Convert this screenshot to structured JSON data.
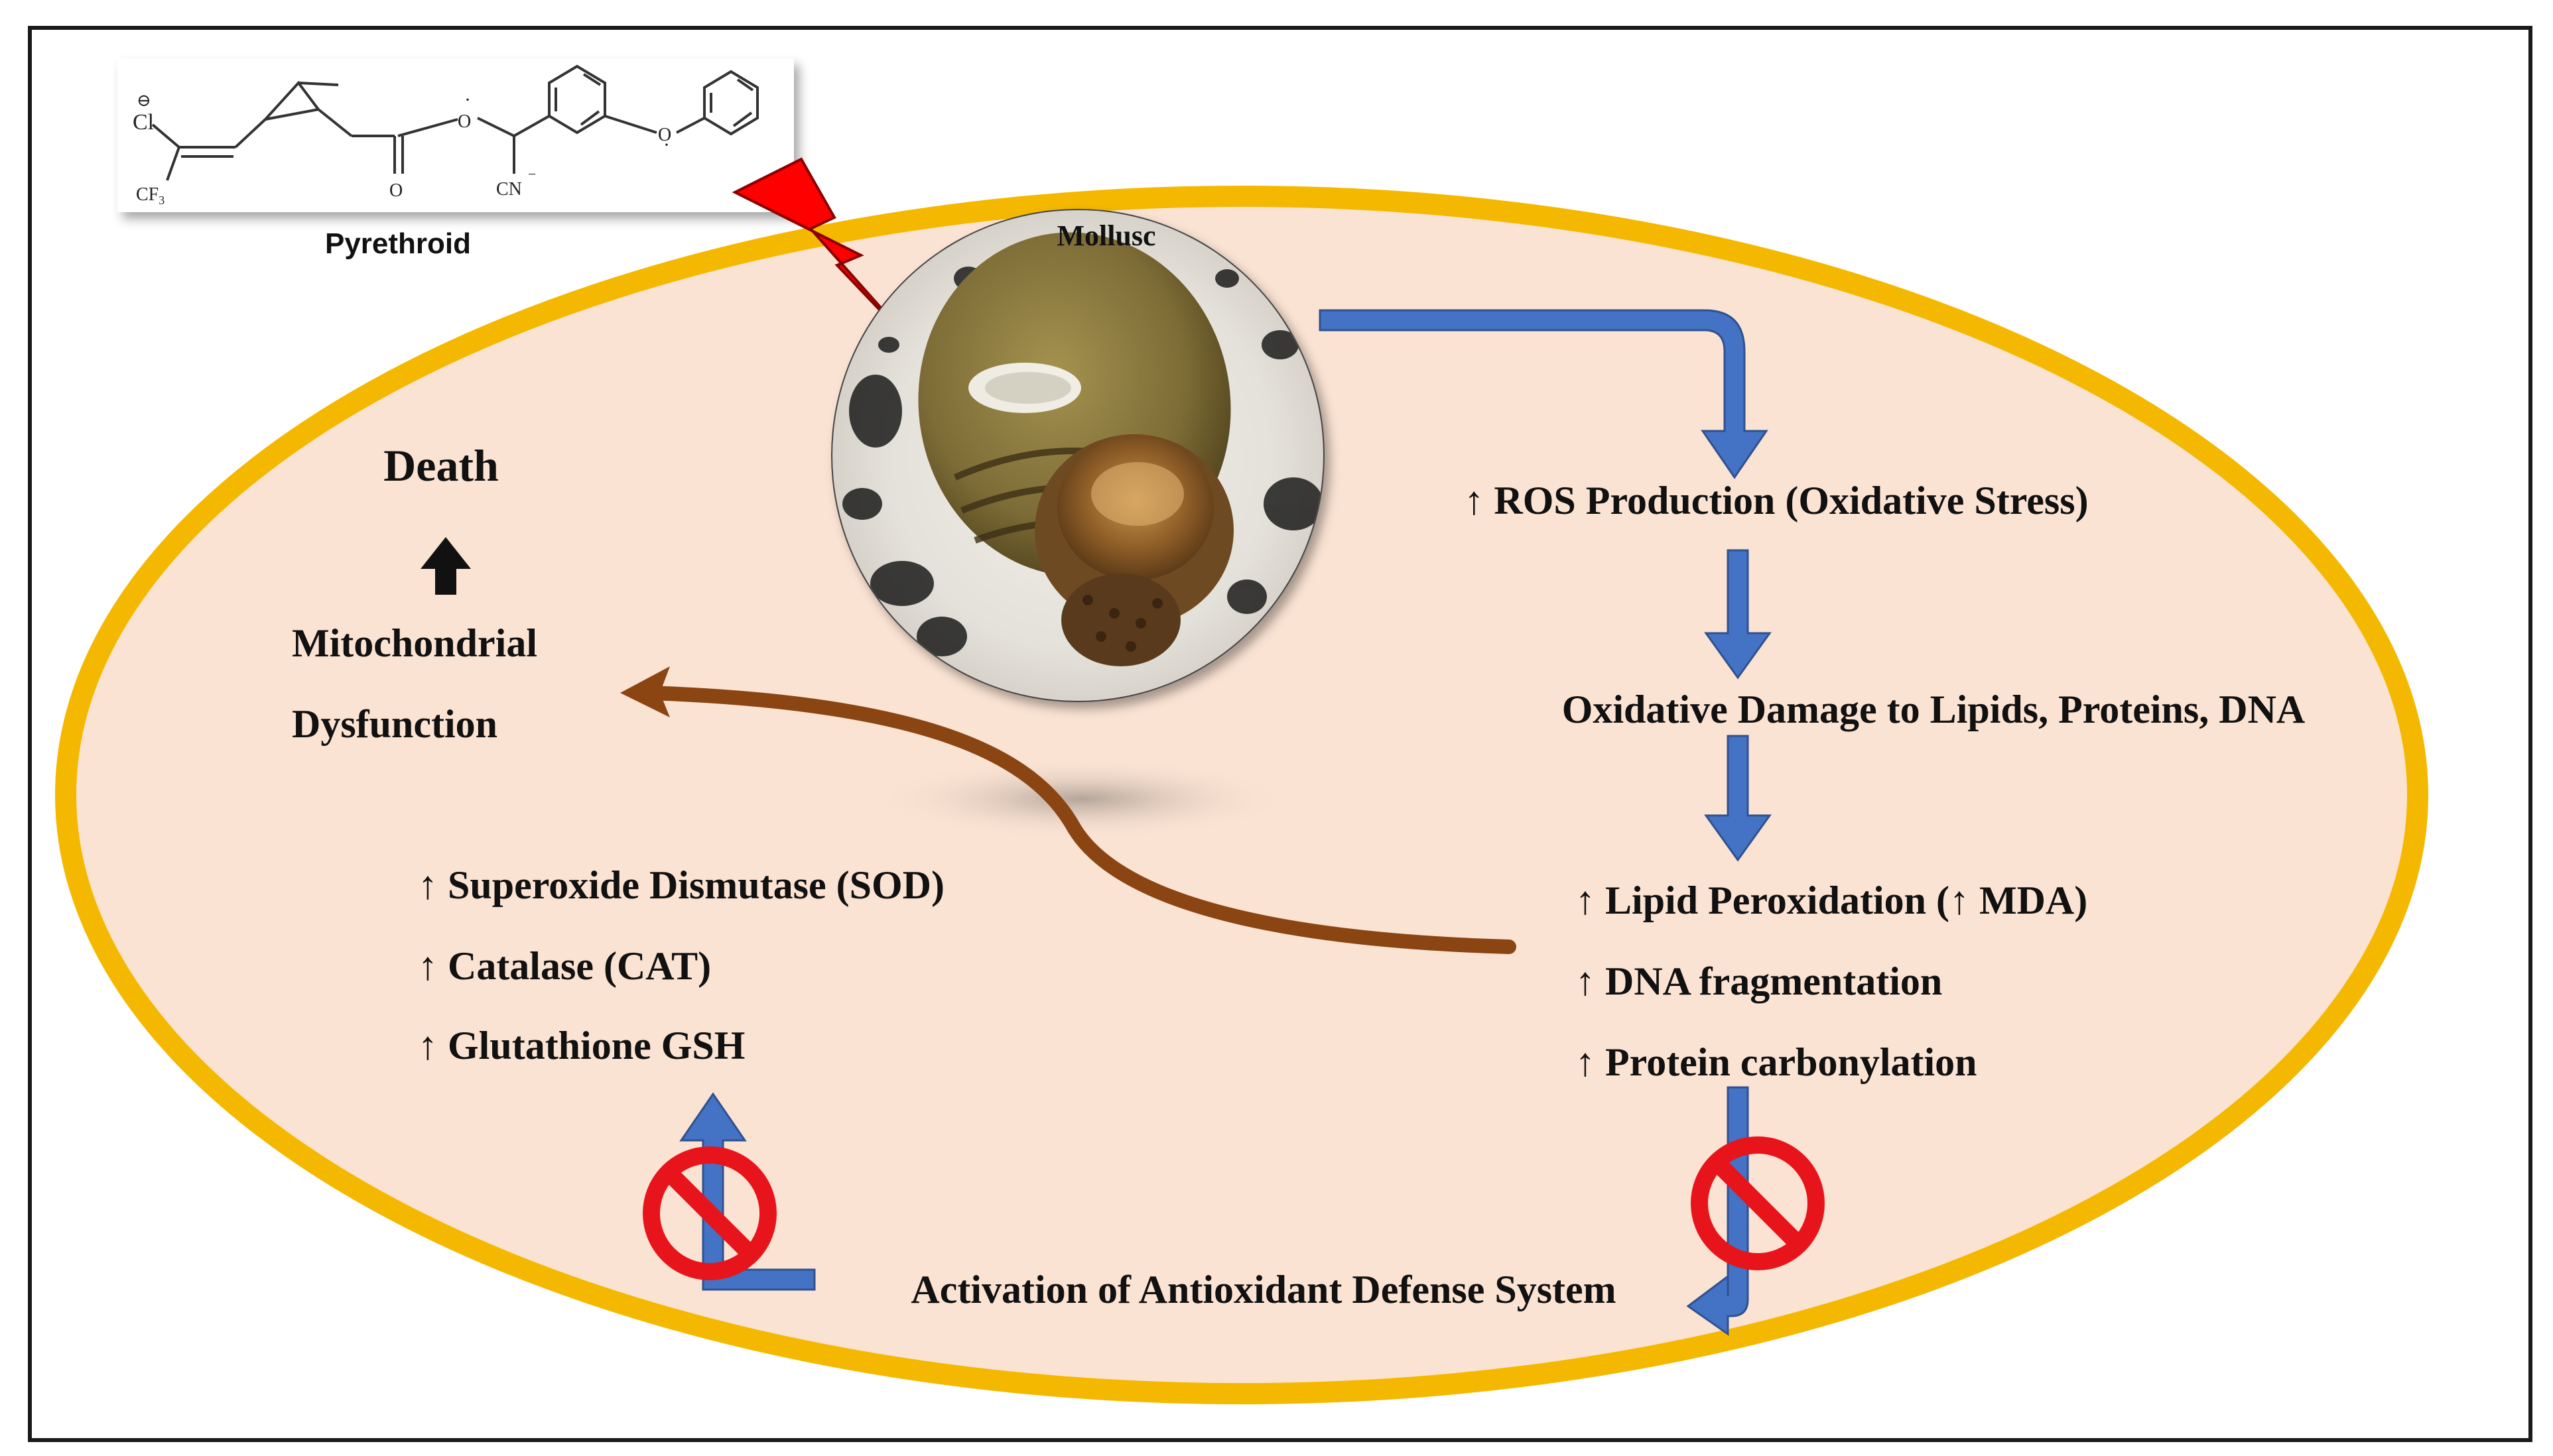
{
  "chemical": {
    "caption": "Pyrethroid",
    "atoms": {
      "cl": "Cl",
      "minus": "⊖",
      "cf3": "CF",
      "cf3_sub": "3",
      "o1": "O",
      "o2": "O",
      "o3": "O",
      "cn": "CN",
      "cn_charge": "−",
      "o_charge": "·"
    }
  },
  "organism": {
    "label": "Mollusc"
  },
  "outcomes": {
    "death": "Death",
    "mito_line1": "Mitochondrial",
    "mito_line2": "Dysfunction"
  },
  "pathway": {
    "ros": "↑ ROS Production (Oxidative Stress)",
    "damage": "Oxidative Damage to Lipids, Proteins, DNA",
    "markers": [
      "↑ Lipid Peroxidation (↑ MDA)",
      "↑ DNA fragmentation",
      "↑ Protein carbonylation"
    ]
  },
  "antioxidants": [
    "↑ Superoxide Dismutase (SOD)",
    "↑ Catalase (CAT)",
    "↑ Glutathione GSH"
  ],
  "defense": {
    "label": "Activation of Antioxidant Defense System"
  },
  "colors": {
    "cell_fill": "#fbe3d3",
    "cell_border": "#f5b800",
    "flow_arrow": "#4472c4",
    "link_arrow": "#8b4513",
    "bolt": "#ff0000",
    "prohibit": "#e8141b"
  },
  "icons": [
    "lightning-bolt-icon",
    "up-arrow-icon",
    "prohibition-icon"
  ]
}
